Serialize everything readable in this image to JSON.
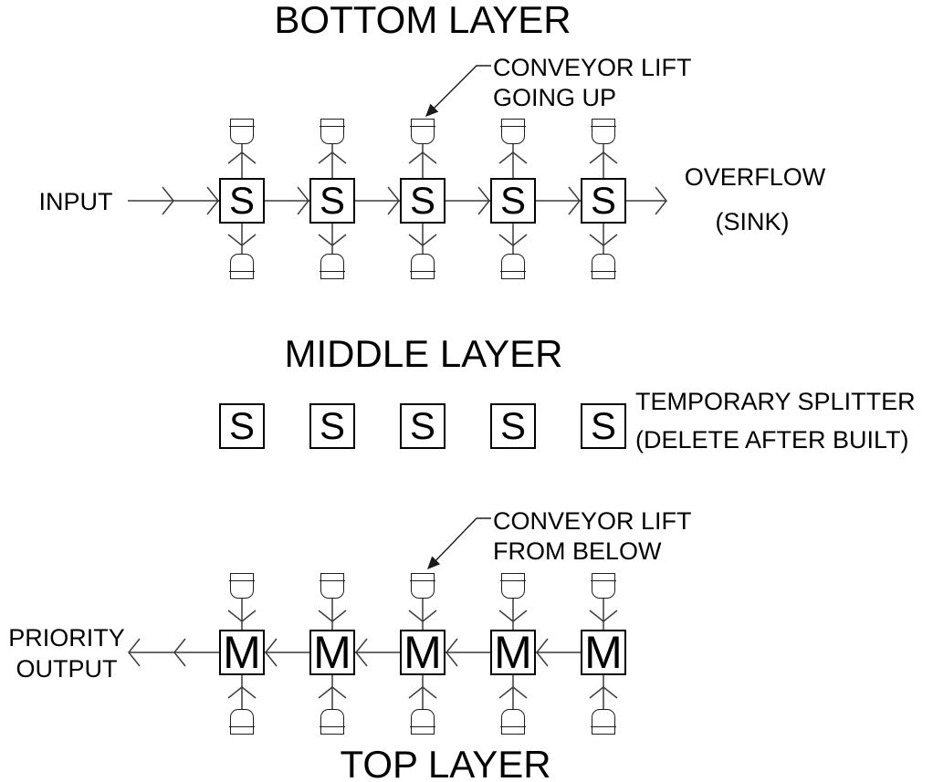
{
  "colors": {
    "foreground": "#000000",
    "background": "#ffffff",
    "connector_line": "#3c3c3c",
    "leader_line": "#1a1a1a"
  },
  "icons": {
    "lift_top_shape": "conveyor-lift-up-icon",
    "lift_bottom_shape": "conveyor-lift-down-icon",
    "flow_chevron": "open-chevron-arrow",
    "leader_arrowhead": "filled-triangle-arrowhead"
  },
  "bottom_layer": {
    "title": "BOTTOM LAYER",
    "input_label": "INPUT",
    "overflow_line1": "OVERFLOW",
    "overflow_line2": "(SINK)",
    "callout_line1": "CONVEYOR LIFT",
    "callout_line2": "GOING UP",
    "units": [
      "S",
      "S",
      "S",
      "S",
      "S"
    ]
  },
  "middle_layer": {
    "title": "MIDDLE LAYER",
    "note_line1": "TEMPORARY SPLITTER",
    "note_line2": "(DELETE AFTER BUILT)",
    "units": [
      "S",
      "S",
      "S",
      "S",
      "S"
    ]
  },
  "top_layer": {
    "title": "TOP LAYER",
    "callout_line1": "CONVEYOR LIFT",
    "callout_line2": "FROM BELOW",
    "output_line1": "PRIORITY",
    "output_line2": "OUTPUT",
    "units": [
      "M",
      "M",
      "M",
      "M",
      "M"
    ]
  }
}
